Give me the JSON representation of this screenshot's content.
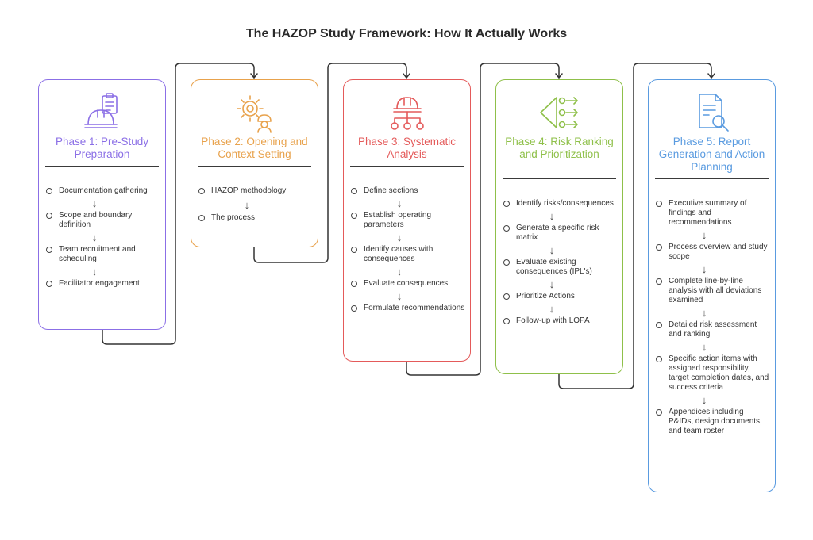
{
  "title": "The HAZOP Study Framework: How It Actually Works",
  "colors": {
    "phase1": "#8b6fe6",
    "phase2": "#e8a24c",
    "phase3": "#e45a5a",
    "phase4": "#8fc04a",
    "phase5": "#5a9be0",
    "connector": "#333333"
  },
  "phases": [
    {
      "title": "Phase 1: Pre-Study Preparation",
      "icon": "hard-hat-clipboard-icon",
      "items": [
        "Documentation gathering",
        "Scope and boundary definition",
        "Team recruitment and scheduling",
        "Facilitator engagement"
      ]
    },
    {
      "title": "Phase 2: Opening and Context Setting",
      "icon": "gear-worker-icon",
      "items": [
        "HAZOP methodology",
        "The process"
      ]
    },
    {
      "title": "Phase 3: Systematic Analysis",
      "icon": "hard-hat-network-icon",
      "items": [
        "Define sections",
        "Establish operating parameters",
        "Identify causes with consequences",
        "Evaluate consequences",
        "Formulate recommendations"
      ]
    },
    {
      "title": "Phase 4: Risk Ranking and Prioritization",
      "icon": "prioritization-funnel-icon",
      "items": [
        "Identify risks/consequences",
        "Generate a specific risk matrix",
        "Evaluate existing consequences (IPL's)",
        "Prioritize Actions",
        "Follow-up with LOPA"
      ]
    },
    {
      "title": "Phase 5: Report Generation and Action Planning",
      "icon": "document-search-icon",
      "items": [
        "Executive summary of findings and recommendations",
        "Process overview and study scope",
        "Complete line-by-line analysis with all deviations examined",
        "Detailed risk assessment and ranking",
        "Specific action items with assigned responsibility, target completion dates, and success criteria",
        "Appendices including P&IDs, design documents, and team roster"
      ]
    }
  ]
}
